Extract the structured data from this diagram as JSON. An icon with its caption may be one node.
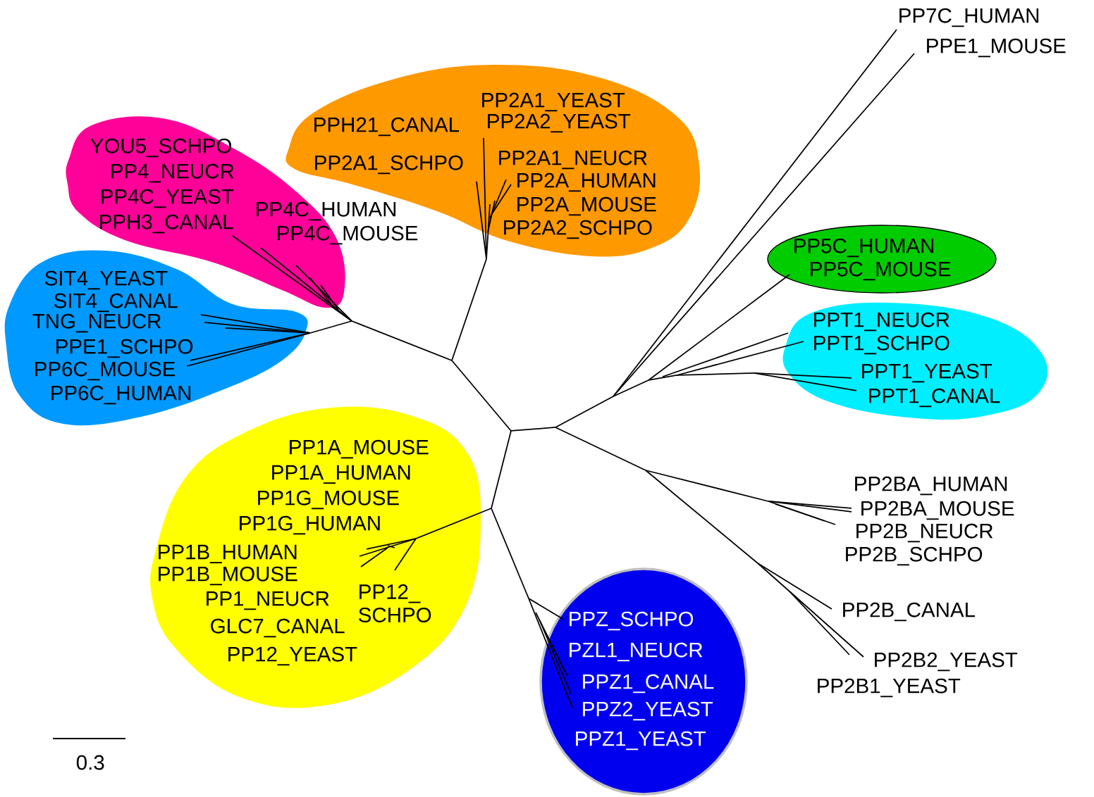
{
  "diagram": {
    "nodes": [
      {
        "text": [
          "PPH21_CANAL",
          "PP2A1_SCHPO",
          "PP2A1_YEAST",
          "PP2A2_YEAST",
          "PP2A1_NEUCR",
          "PP2A_HUMAN",
          "PP2A_MOUSE",
          "PP2A2_SCHPO"
        ]
      },
      {
        "text": [
          "YOU5_SCHPO",
          "PP4_NEUCR",
          "PP4C_YEAST",
          "PPH3_CANAL"
        ]
      },
      {
        "text": [
          "SIT4_YEAST",
          "SIT4_CANAL",
          "TNG_NEUCR",
          "PPE1_SCHPO",
          "PP6C_MOUSE",
          "PP6C_HUMAN"
        ]
      },
      {
        "text": [
          "PP1A_MOUSE",
          "PP1A_HUMAN",
          "PP1G_MOUSE",
          "PP1G_HUMAN",
          "PP1B_HUMAN",
          "PP1B_MOUSE",
          "PP12_ SCHPO",
          "PP1_NEUCR",
          "GLC7_CANAL",
          "PP12_YEAST"
        ]
      },
      {
        "text": [
          "PPZ_SCHPO",
          "PZL1_NEUCR",
          "PPZ1_CANAL",
          "PPZ2_YEAST",
          "PPZ1_YEAST"
        ]
      },
      {
        "text": [
          "PP5C_HUMAN",
          "PP5C_MOUSE"
        ]
      },
      {
        "text": [
          "PPT1_NEUCR",
          "PPT1_SCHPO",
          "PPT1_YEAST",
          "PPT1_CANAL"
        ]
      }
    ],
    "labels": [
      "PP7C_HUMAN",
      "PPE1_MOUSE",
      "PP4C_HUMAN",
      "PP4C_MOUSE",
      "PP2BA_HUMAN",
      "PP2BA_MOUSE",
      "PP2B_NEUCR",
      "PP2B_SCHPO",
      "PP2B_CANAL",
      "PP2B2_YEAST",
      "PP2B1_YEAST",
      "0.3"
    ]
  }
}
